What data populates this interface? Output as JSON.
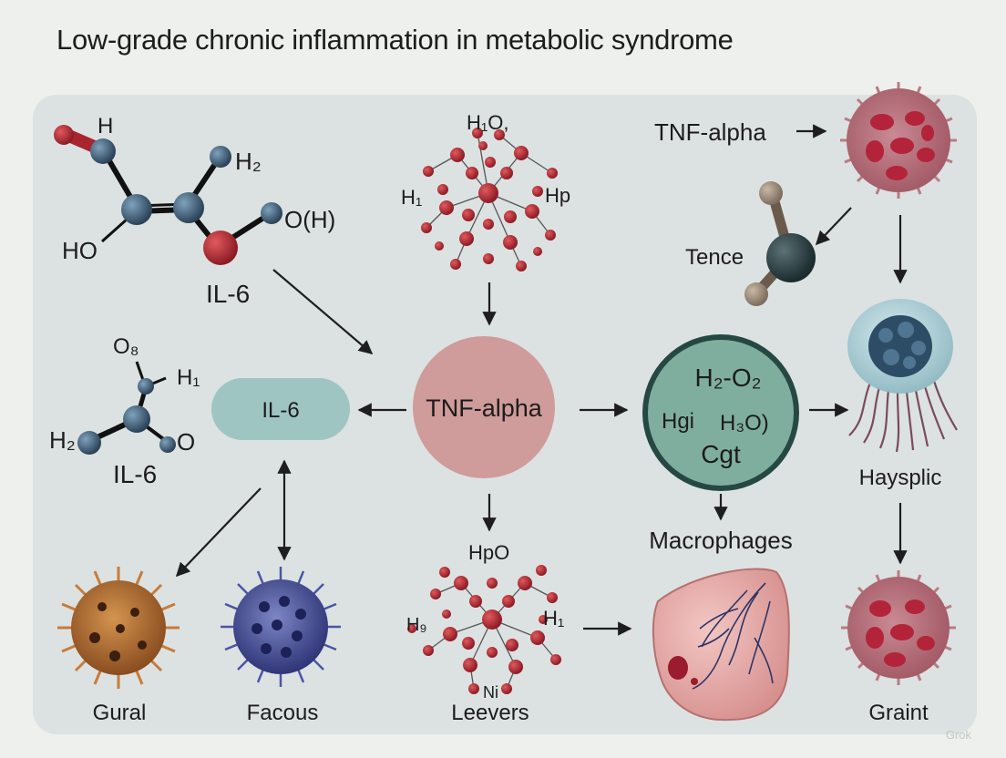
{
  "title": "Low-grade chronic inflammation in metabolic syndrome",
  "nodes": {
    "il6_pill": "IL-6",
    "tnf_circle": "TNF-alpha",
    "green_circle": {
      "line1": "H₂-O₂",
      "line2a": "Hgi",
      "line2b": "H₃O)",
      "line3": "Cgt"
    }
  },
  "molecule_labels": {
    "top_left": {
      "h": "H",
      "h2": "H₂",
      "ho": "HO",
      "oh": "O(H)",
      "name": "IL-6"
    },
    "mid_left": {
      "o8": "O₈",
      "h1": "H₁",
      "h2": "H₂",
      "o": "O",
      "name": "IL-6"
    },
    "top_cluster": {
      "h2o": "H₁O,",
      "h1": "H₁",
      "hp": "Hp"
    },
    "bottom_cluster": {
      "hpo": "HpO",
      "h9": "H₉",
      "h1": "H₁",
      "ni": "Ni"
    }
  },
  "cell_labels": {
    "tnf_top": "TNF-alpha",
    "tence": "Tence",
    "haysplic": "Haysplic",
    "macrophages": "Macrophages",
    "gural": "Gural",
    "facous": "Facous",
    "leevers": "Leevers",
    "graint": "Graint"
  },
  "watermark": "Grok",
  "colors": {
    "atom_red": "#a82430",
    "atom_blue": "#3f5f78",
    "pill": "#9fc5c3",
    "tnf": "#cf9b9b",
    "green": "#7fae9f"
  }
}
